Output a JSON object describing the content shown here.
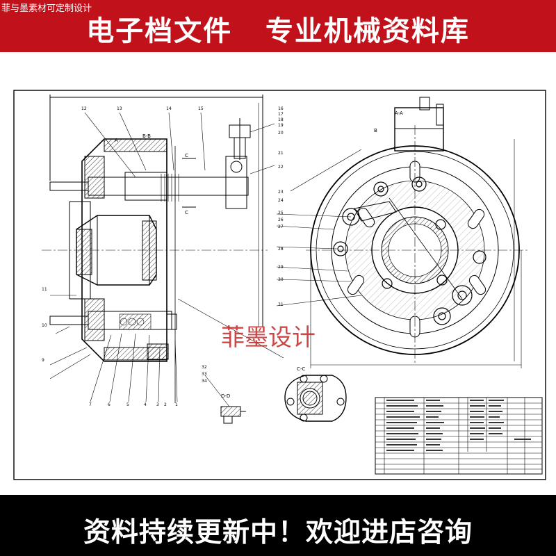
{
  "header": {
    "watermark": "菲与墨素材可定制设计",
    "title": "电子档文件   专业机械资料库",
    "background": "#c1121c"
  },
  "footer": {
    "title": "资料持续更新中！欢迎进店咨询",
    "background": "#000000"
  },
  "watermark_center": "菲墨设计",
  "drawing": {
    "section_labels": {
      "bb": "B-B",
      "aa": "A-A",
      "cc": "C-C",
      "dd": "D-D",
      "a_marker": "A",
      "b_marker": "B",
      "c_marker": "C"
    },
    "callouts_left": [
      "12",
      "13",
      "14",
      "15",
      "11",
      "10",
      "9",
      "7",
      "6",
      "5",
      "4",
      "3",
      "2",
      "1"
    ],
    "callouts_right": [
      "16",
      "17",
      "18",
      "19",
      "20",
      "21",
      "22",
      "23",
      "24",
      "25",
      "26",
      "27",
      "28",
      "29",
      "30",
      "31",
      "32",
      "33",
      "34"
    ]
  }
}
